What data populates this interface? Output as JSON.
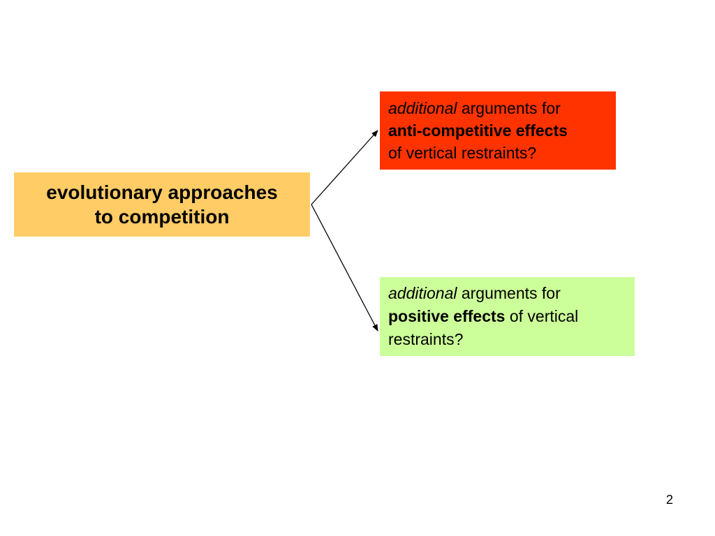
{
  "source": {
    "line1": "evolutionary approaches",
    "line2": "to competition",
    "color": "#FFCC66"
  },
  "branches": [
    {
      "italic_lead": "additional",
      "plain_lead": " arguments for",
      "bold_phrase": "anti-competitive effects",
      "tail": "of vertical restraints?",
      "color": "#FF3300"
    },
    {
      "italic_lead": "additional",
      "plain_lead": " arguments for",
      "bold_phrase": "positive effects",
      "tail": " of vertical restraints?",
      "color": "#CCFF99"
    }
  ],
  "page_number": "2"
}
